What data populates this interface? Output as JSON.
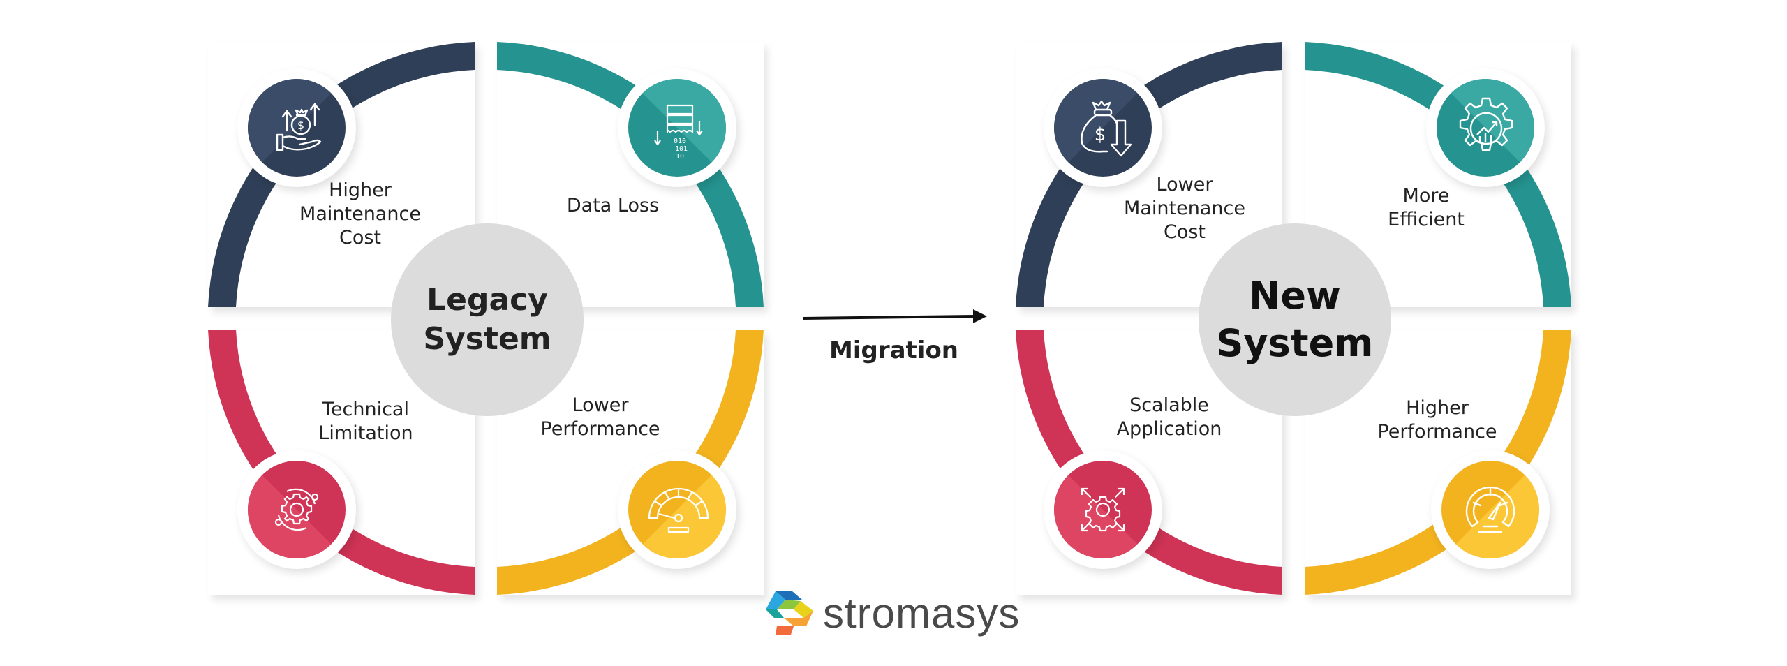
{
  "colors": {
    "navy": "#2f3f57",
    "teal": "#25938f",
    "crimson": "#cf3355",
    "amber": "#f2b31f",
    "center_fill": "#dcdcdc",
    "text": "#222222"
  },
  "legacy": {
    "center_title_line1": "Legacy",
    "center_title_line2": "System",
    "quadrants": [
      {
        "position": "top-left",
        "color": "navy",
        "icon": "money-bag-hand-up-arrows-icon",
        "label_lines": [
          "Higher",
          "Maintenance",
          "Cost"
        ]
      },
      {
        "position": "top-right",
        "color": "teal",
        "icon": "server-data-loss-icon",
        "label_lines": [
          "Data Loss"
        ]
      },
      {
        "position": "bottom-left",
        "color": "crimson",
        "icon": "gear-orbit-icon",
        "label_lines": [
          "Technical",
          "Limitation"
        ]
      },
      {
        "position": "bottom-right",
        "color": "amber",
        "icon": "speedometer-low-icon",
        "label_lines": [
          "Lower",
          "Performance"
        ]
      }
    ]
  },
  "migration": {
    "label": "Migration",
    "arrow": "right-arrow-icon"
  },
  "new": {
    "center_title_line1": "New",
    "center_title_line2": "System",
    "quadrants": [
      {
        "position": "top-left",
        "color": "navy",
        "icon": "money-bag-down-arrow-icon",
        "label_lines": [
          "Lower",
          "Maintenance",
          "Cost"
        ]
      },
      {
        "position": "top-right",
        "color": "teal",
        "icon": "gear-growth-chart-icon",
        "label_lines": [
          "More",
          "Efficient"
        ]
      },
      {
        "position": "bottom-left",
        "color": "crimson",
        "icon": "gear-expand-arrows-icon",
        "label_lines": [
          "Scalable",
          "Application"
        ]
      },
      {
        "position": "bottom-right",
        "color": "amber",
        "icon": "speedometer-high-icon",
        "label_lines": [
          "Higher",
          "Performance"
        ]
      }
    ]
  },
  "logo": {
    "text": "stromasys",
    "icon": "stromasys-logo-icon"
  }
}
